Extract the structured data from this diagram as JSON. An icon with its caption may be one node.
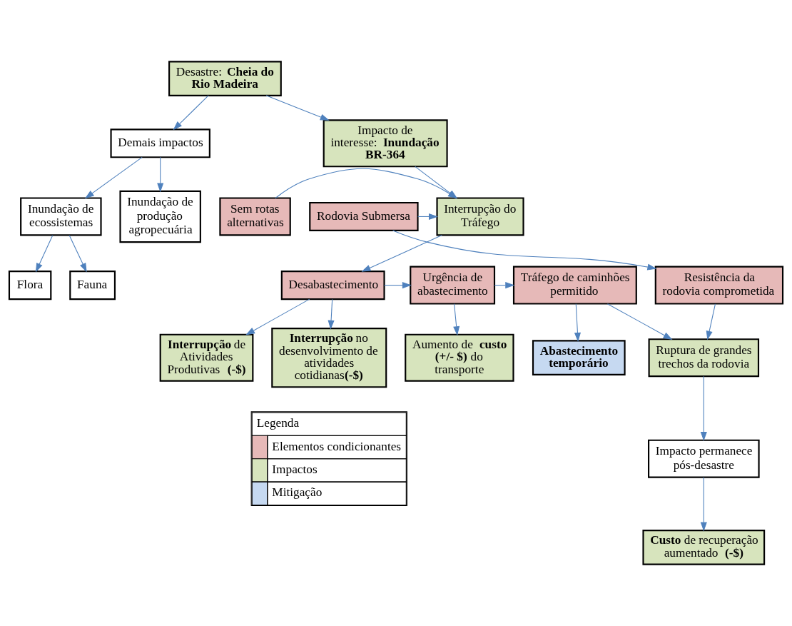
{
  "diagram": {
    "nodes": [
      {
        "text": [
          "Desastre: **Cheia do Rio Madeira**"
        ]
      },
      {
        "text": [
          "Demais impactos"
        ]
      },
      {
        "text": [
          "Inundação de produção agropecuária"
        ]
      },
      {
        "text": [
          "Inundação de ecossistemas"
        ]
      },
      {
        "text": [
          "Flora"
        ]
      },
      {
        "text": [
          "Fauna"
        ]
      },
      {
        "text": [
          "Impacto de interesse: **Inundação BR-364**"
        ]
      },
      {
        "text": [
          "Sem rotas alternativas"
        ]
      },
      {
        "text": [
          "Interrupção do Tráfego"
        ]
      },
      {
        "text": [
          "Rodovia Submersa"
        ]
      },
      {
        "text": [
          "Resistência da rodovia comprometida"
        ]
      },
      {
        "text": [
          "Desabastecimento"
        ]
      },
      {
        "text": [
          "Urgência de abastecimento"
        ]
      },
      {
        "text": [
          "Tráfego de caminhões permitido"
        ]
      },
      {
        "text": [
          "**Interrupção** no desenvolvimento de atividades cotidianas**(-$)**"
        ]
      },
      {
        "text": [
          "**Interrupção** de Atividades Produtivas **(-$)**"
        ]
      },
      {
        "text": [
          "Aumento de **custo (+/- $)** do transporte"
        ]
      },
      {
        "text": [
          "Ruptura de grandes trechos da rodovia"
        ]
      },
      {
        "text": [
          "Impacto permanece pós-desastre"
        ]
      },
      {
        "text": [
          "Abastecimento temporário"
        ]
      },
      {
        "text": [
          "**Custo** de recuperação aumentado **(-$)**"
        ]
      }
    ],
    "edges": [
      {
        "from": 0,
        "to": 1,
        "arrow": "to"
      },
      {
        "from": 0,
        "to": 6,
        "arrow": "to"
      },
      {
        "from": 1,
        "to": 2,
        "arrow": "to"
      },
      {
        "from": 1,
        "to": 3,
        "arrow": "to"
      },
      {
        "from": 3,
        "to": 4,
        "arrow": "to"
      },
      {
        "from": 3,
        "to": 5,
        "arrow": "to"
      },
      {
        "from": 6,
        "to": 8,
        "arrow": "to"
      },
      {
        "from": 7,
        "to": 8,
        "arrow": "to"
      },
      {
        "from": 9,
        "to": 8,
        "arrow": "to"
      },
      {
        "from": 9,
        "to": 10,
        "arrow": "to"
      },
      {
        "from": 8,
        "to": 11,
        "arrow": "to"
      },
      {
        "from": 11,
        "to": 12,
        "arrow": "to"
      },
      {
        "from": 12,
        "to": 13,
        "arrow": "to"
      },
      {
        "from": 11,
        "to": 14,
        "arrow": "to"
      },
      {
        "from": 11,
        "to": 15,
        "arrow": "to"
      },
      {
        "from": 12,
        "to": 16,
        "arrow": "to"
      },
      {
        "from": 13,
        "to": 17,
        "arrow": "to"
      },
      {
        "from": 13,
        "to": 19,
        "arrow": "to"
      },
      {
        "from": 10,
        "to": 17,
        "arrow": "to"
      },
      {
        "from": 17,
        "to": 18,
        "arrow": "to"
      },
      {
        "from": 18,
        "to": 20,
        "arrow": "to"
      }
    ],
    "labels": [
      "Legenda"
    ],
    "legend": [
      {
        "text": "Elementos condicionantes",
        "color": "#e6b9b8"
      },
      {
        "text": "Impactos",
        "color": "#d7e4bd"
      },
      {
        "text": "Mitigação",
        "color": "#c6d9f1"
      }
    ]
  }
}
